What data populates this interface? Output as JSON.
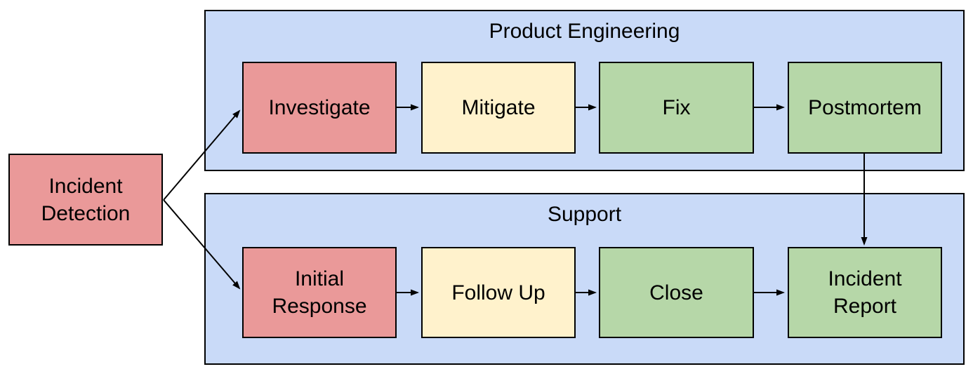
{
  "page": {
    "background": "#ffffff"
  },
  "colors": {
    "node_red": "#ea9999",
    "node_yellow": "#fff2cc",
    "node_green": "#b6d7a8",
    "lane_blue": "#c9daf8",
    "stroke": "#000000",
    "text": "#000000"
  },
  "diagram": {
    "type": "flowchart",
    "start_node": {
      "label": "Incident Detection",
      "fill": "#ea9999"
    },
    "lanes": [
      {
        "label": "Product Engineering",
        "fill": "#c9daf8",
        "nodes": [
          {
            "label": "Investigate",
            "fill": "#ea9999"
          },
          {
            "label": "Mitigate",
            "fill": "#fff2cc"
          },
          {
            "label": "Fix",
            "fill": "#b6d7a8"
          },
          {
            "label": "Postmortem",
            "fill": "#b6d7a8"
          }
        ]
      },
      {
        "label": "Support",
        "fill": "#c9daf8",
        "nodes": [
          {
            "label": "Initial Response",
            "fill": "#ea9999"
          },
          {
            "label": "Follow Up",
            "fill": "#fff2cc"
          },
          {
            "label": "Close",
            "fill": "#b6d7a8"
          },
          {
            "label": "Incident Report",
            "fill": "#b6d7a8"
          }
        ]
      }
    ],
    "edges": [
      {
        "from": "Incident Detection",
        "to": "Investigate"
      },
      {
        "from": "Incident Detection",
        "to": "Initial Response"
      },
      {
        "from": "Investigate",
        "to": "Mitigate"
      },
      {
        "from": "Mitigate",
        "to": "Fix"
      },
      {
        "from": "Fix",
        "to": "Postmortem"
      },
      {
        "from": "Postmortem",
        "to": "Incident Report"
      },
      {
        "from": "Initial Response",
        "to": "Follow Up"
      },
      {
        "from": "Follow Up",
        "to": "Close"
      },
      {
        "from": "Close",
        "to": "Incident Report"
      }
    ]
  }
}
